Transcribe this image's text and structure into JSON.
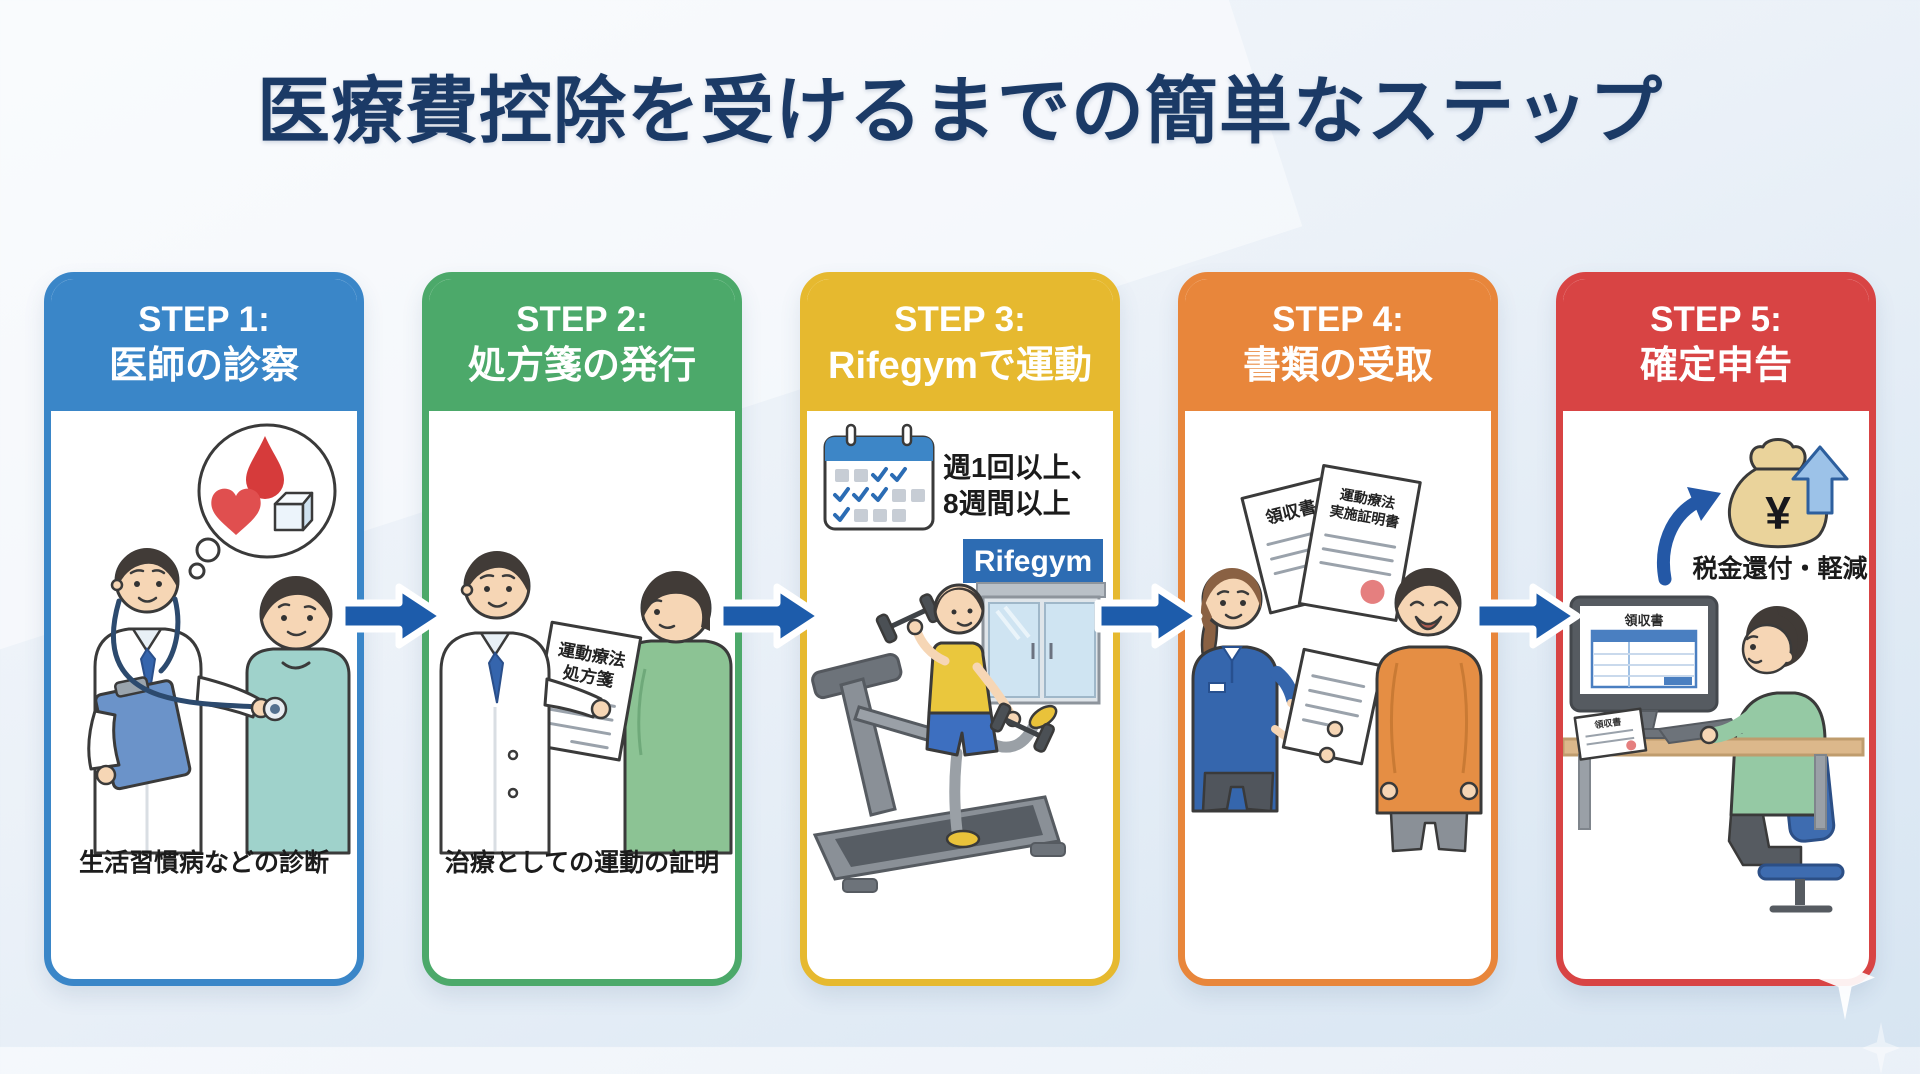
{
  "title": "医療費控除を受けるまでの簡単なステップ",
  "colors": {
    "background_top": "#f5f8fc",
    "background_bottom": "#d7e5f2",
    "title_text": "#1b3a66",
    "flow_arrow": "#1d5cab",
    "flow_arrow_outline": "#ffffff",
    "step1_accent": "#3a86c8",
    "step2_accent": "#4ca96a",
    "step3_accent": "#e6b92f",
    "step4_accent": "#e8863b",
    "step5_accent": "#d84444",
    "gym_sign_blue": "#2d6cb3",
    "stamp_red": "#e57f7f"
  },
  "steps": [
    {
      "step_label": "STEP 1:",
      "step_title": "医師の診察",
      "accent_color": "#3a86c8",
      "caption": "生活習慣病などの診断",
      "illustration": "doctor-examining-patient",
      "icons": [
        "thought-bubble",
        "blood-drop-icon",
        "heart-icon",
        "sugar-cube-icon",
        "stethoscope",
        "clipboard"
      ]
    },
    {
      "step_label": "STEP 2:",
      "step_title": "処方箋の発行",
      "accent_color": "#4ca96a",
      "caption": "治療としての運動の証明",
      "illustration": "doctor-handing-prescription",
      "prescription_line1": "運動療法",
      "prescription_line2": "処方箋"
    },
    {
      "step_label": "STEP 3:",
      "step_title": "Rifegymで運動",
      "accent_color": "#e6b92f",
      "illustration": "running-on-treadmill-at-gym",
      "frequency_line1": "週1回以上、",
      "frequency_line2": "8週間以上",
      "gym_sign": "Rifegym",
      "icons": [
        "calendar-icon",
        "dumbbell-icon",
        "treadmill"
      ]
    },
    {
      "step_label": "STEP 4:",
      "step_title": "書類の受取",
      "accent_color": "#e8863b",
      "illustration": "staff-handing-documents",
      "receipt_label": "領収書",
      "certificate_line1": "運動療法",
      "certificate_line2": "実施証明書",
      "icons": [
        "document-icon",
        "stamp-icon"
      ]
    },
    {
      "step_label": "STEP 5:",
      "step_title": "確定申告",
      "accent_color": "#d84444",
      "illustration": "filing-tax-at-computer",
      "benefit_note": "税金還付・軽減",
      "money_bag_symbol": "¥",
      "screen_document_title": "領収書",
      "desk_document_title": "領収書",
      "icons": [
        "money-bag-icon",
        "increase-arrow-icon",
        "refund-arrow-icon",
        "computer-monitor"
      ]
    }
  ]
}
